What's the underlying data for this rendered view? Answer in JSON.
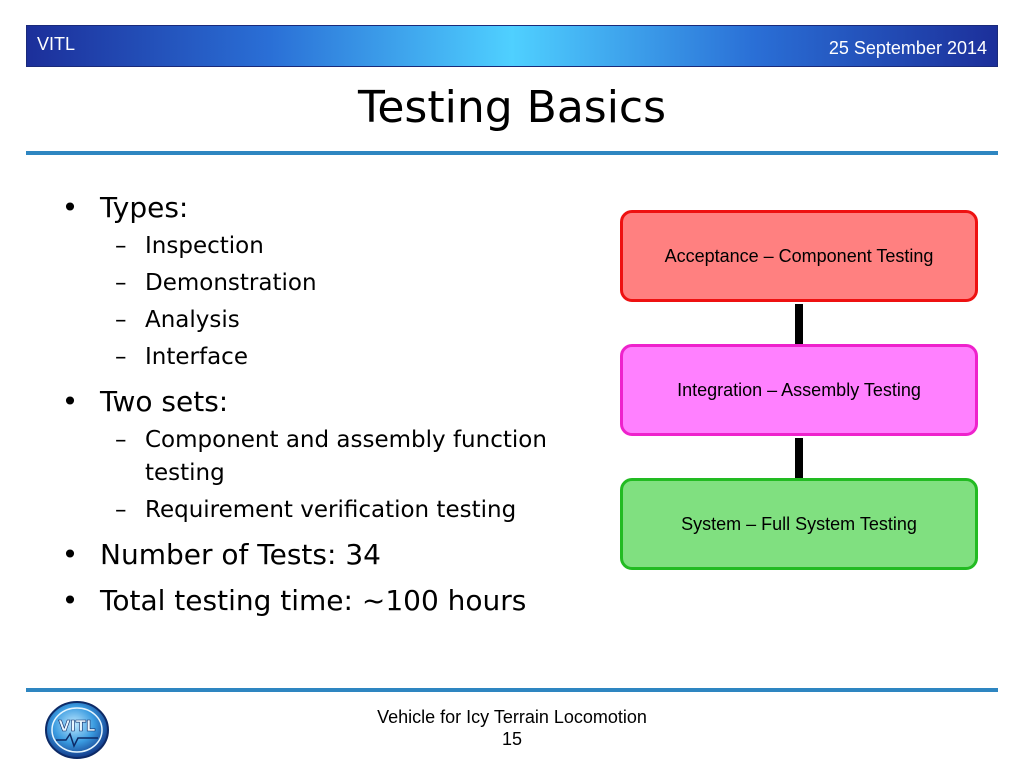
{
  "header": {
    "left_label": "VITL",
    "date": "25 September 2014"
  },
  "title": "Testing Basics",
  "bullets": {
    "types_label": "Types:",
    "types": [
      "Inspection",
      "Demonstration",
      "Analysis",
      "Interface"
    ],
    "sets_label": "Two sets:",
    "sets": [
      {
        "line1": "Component and assembly function",
        "line2": "testing"
      },
      {
        "line1": "Requirement verification testing",
        "line2": ""
      }
    ],
    "num_tests": "Number of Tests: 34",
    "total_time": "Total testing time: ~100 hours"
  },
  "diagram": {
    "boxes": [
      {
        "label": "Acceptance – Component Testing",
        "fill": "#ff8080",
        "border": "#ee1111"
      },
      {
        "label": "Integration – Assembly Testing",
        "fill": "#ff80ff",
        "border": "#ee22cc"
      },
      {
        "label": "System – Full System Testing",
        "fill": "#80e080",
        "border": "#22bb22"
      }
    ]
  },
  "footer": {
    "line1": "Vehicle for Icy Terrain Locomotion",
    "page_number": "15"
  },
  "logo": {
    "text": "VITL",
    "icon": "vitl-logo-icon"
  },
  "colors": {
    "accent_rule": "#2e86c1",
    "header_dark": "#1c2f9a",
    "header_light": "#4fd0ff"
  }
}
